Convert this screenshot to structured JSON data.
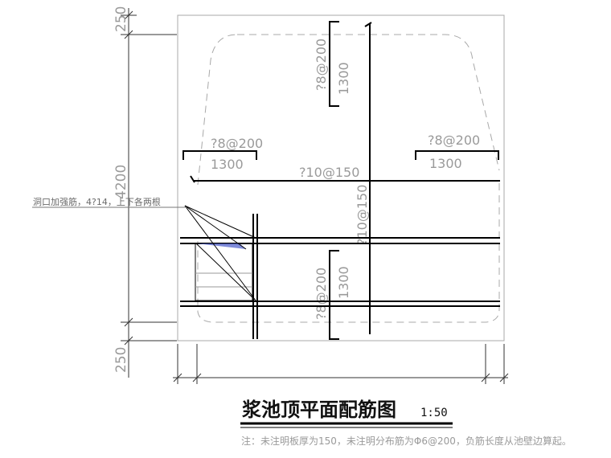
{
  "dimensions": {
    "left_top": "250",
    "left_middle": "4200",
    "left_bottom": "250"
  },
  "rebar_labels": {
    "top_vertical_spec": "?8@200",
    "top_vertical_length": "1300",
    "left_horizontal_spec": "?8@200",
    "left_horizontal_length": "1300",
    "right_horizontal_spec": "?8@200",
    "right_horizontal_length": "1300",
    "main_horizontal_spec": "?10@150",
    "main_vertical_spec": "?10@150",
    "bottom_vertical_spec": "?8@200",
    "bottom_vertical_length": "1300"
  },
  "callout": {
    "opening_reinforcement": "洞口加强筋，4?14，上下各两根"
  },
  "title": {
    "text": "浆池顶平面配筋图",
    "scale": "1:50"
  },
  "footnote": "注：未注明板厚为150，未注明分布筋为Φ6@200，负筋长度从池壁边算起。"
}
